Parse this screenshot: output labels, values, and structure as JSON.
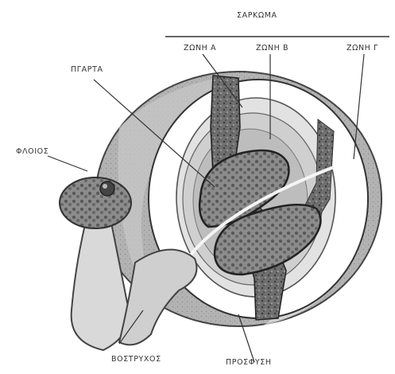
{
  "diagram": {
    "labels": {
      "title": "ΣΑΡΚΩΜΑ",
      "zone_a": "ΖΩΝΗ Α",
      "zone_b": "ΖΩΝΗ Β",
      "zone_c": "ΖΩΝΗ Γ",
      "pith": "ΠΓΑΡΤΑ",
      "skin": "ΦΛΟΙΟΣ",
      "stem": "ΒΟΣΤΡΥΧΟΣ",
      "attachment": "ΠΡΟΣΦΥΣΗ"
    }
  }
}
